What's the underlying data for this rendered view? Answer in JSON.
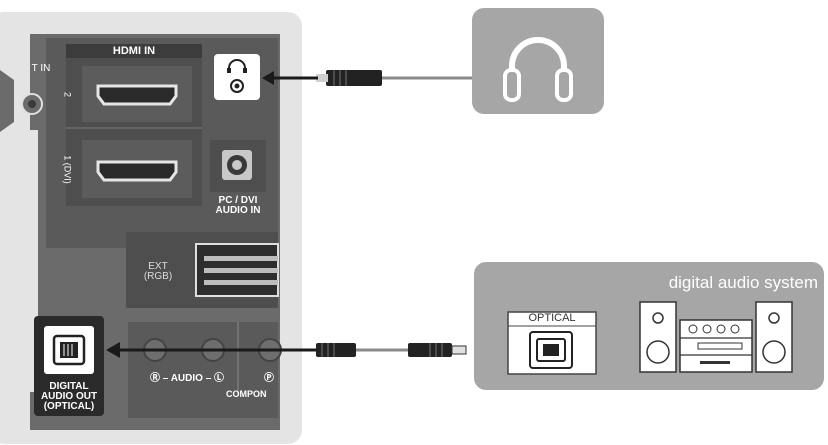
{
  "tv_panel": {
    "hdmi_in": "HDMI IN",
    "hdmi_port_2": "2",
    "hdmi_port_1": "1 (DVI)",
    "partial_in": "T IN",
    "pc_dvi_audio_in": [
      "PC / DVI",
      "AUDIO IN"
    ],
    "ext_rgb": [
      "EXT",
      "(RGB)"
    ],
    "digital_audio_out": [
      "DIGITAL",
      "AUDIO OUT",
      "(OPTICAL)"
    ],
    "audio_label": "Ⓡ – AUDIO – Ⓛ",
    "component_label": "COMPON",
    "pr_glyph": "Ⓟ"
  },
  "devices": {
    "headphones": {
      "icon": "headphones-icon"
    },
    "digital_audio_system": {
      "title": "digital audio system",
      "optical_label": "OPTICAL"
    }
  },
  "colors": {
    "page_bg": "#ffffff",
    "tv_bg": "#e4e4e4",
    "panel_dark": "#5f5f5f",
    "port_white": "#ffffff",
    "device_bg": "#a6a6a6",
    "cable": "#8a8a8a",
    "arrow": "#1a1a1a"
  }
}
